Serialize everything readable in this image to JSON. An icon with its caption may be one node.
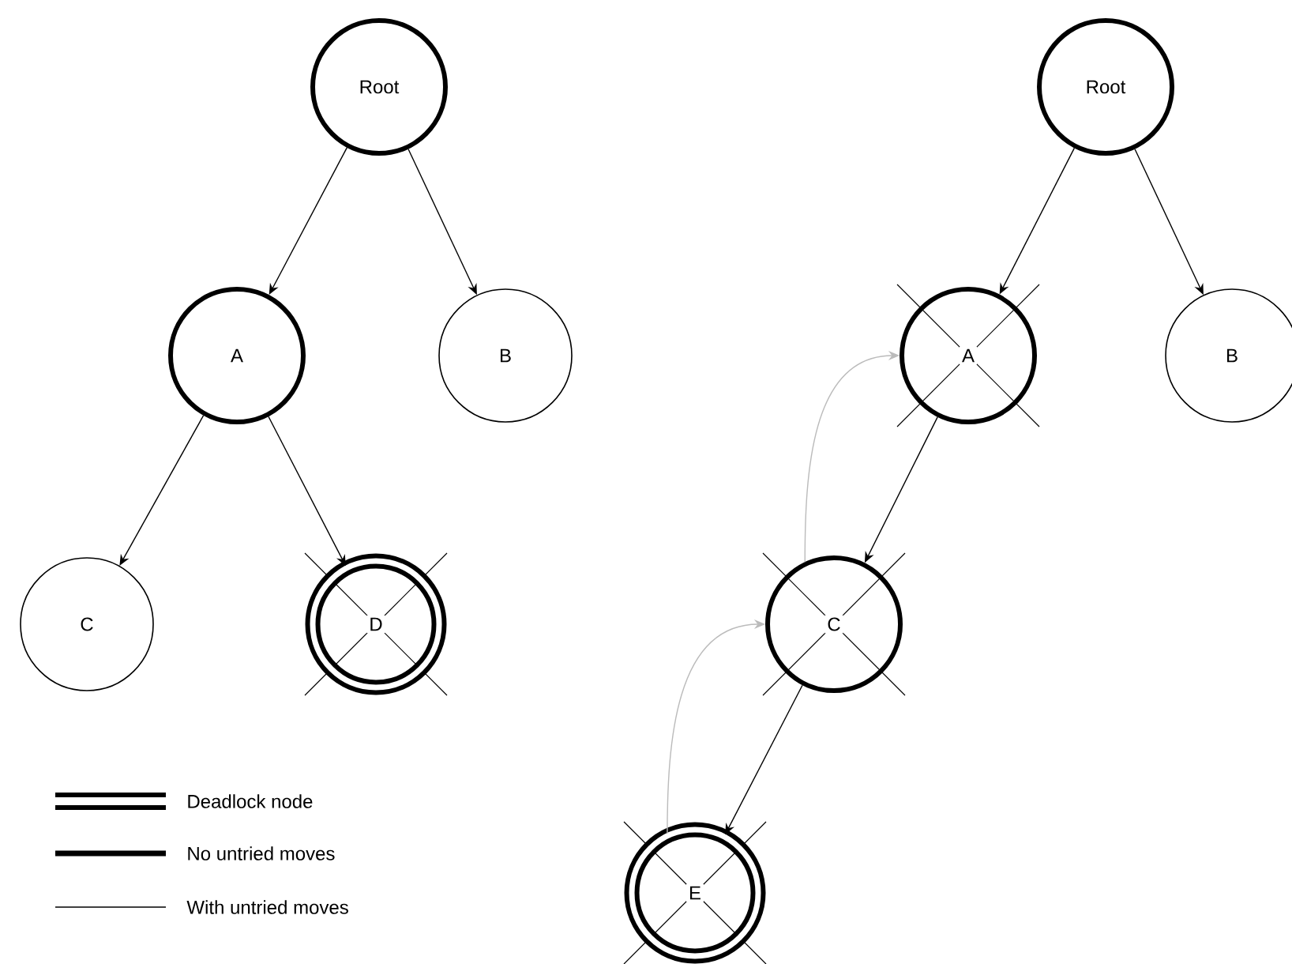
{
  "diagram": {
    "nodes": [
      {
        "text": [
          "Root"
        ]
      },
      {
        "text": [
          "A"
        ]
      },
      {
        "text": [
          "B"
        ]
      },
      {
        "text": [
          "C"
        ]
      },
      {
        "text": [
          "D"
        ]
      },
      {
        "text": [
          "Root"
        ]
      },
      {
        "text": [
          "A"
        ]
      },
      {
        "text": [
          "B"
        ]
      },
      {
        "text": [
          "C"
        ]
      },
      {
        "text": [
          "E"
        ]
      }
    ],
    "edges": [
      {
        "from": 0,
        "to": 1,
        "arrow": "to"
      },
      {
        "from": 0,
        "to": 2,
        "arrow": "to"
      },
      {
        "from": 1,
        "to": 3,
        "arrow": "to"
      },
      {
        "from": 1,
        "to": 4,
        "arrow": "to"
      },
      {
        "from": 5,
        "to": 6,
        "arrow": "to"
      },
      {
        "from": 5,
        "to": 7,
        "arrow": "to"
      },
      {
        "from": 6,
        "to": 8,
        "arrow": "to"
      },
      {
        "from": 8,
        "to": 9,
        "arrow": "to"
      },
      {
        "from": 9,
        "to": 8,
        "arrow": "to",
        "color": "#bbbbbb"
      },
      {
        "from": 8,
        "to": 6,
        "arrow": "to",
        "color": "#bbbbbb"
      }
    ],
    "legend": [
      {
        "text": "Deadlock node"
      },
      {
        "text": "No untried moves"
      },
      {
        "text": "With untried moves"
      }
    ]
  }
}
